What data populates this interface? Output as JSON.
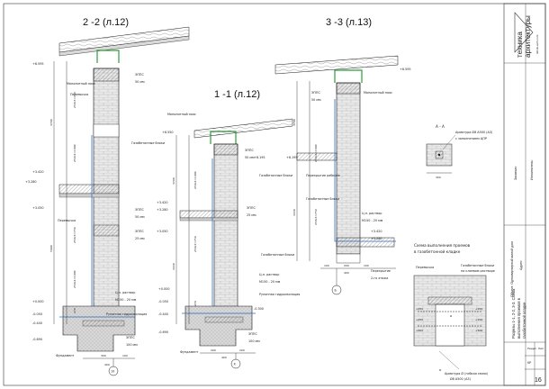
{
  "sections": {
    "s22": {
      "title": "2 -2 (л.12)",
      "labels": {
        "monolithic_beam": "Монолитный пояс",
        "lintel_top": "Перемычка",
        "aerated_blocks": "Газобетонные блоки",
        "epps": "ЭППС",
        "epps_thk": "50 мм",
        "epps_thk2": "25 мм",
        "lintel_mid": "Перемычка",
        "cement_mortar": "Ц.п. раствор",
        "m150": "М150 - 20 мм",
        "roll_waterproof": "Рулонная гидроизоляция",
        "foundation": "Фундамент",
        "epps_bottom": "ЭППС",
        "epps_bottom_thk": "100 мм"
      },
      "levels": [
        "+6.595",
        "+3.420",
        "+3.280",
        "+3.050",
        "+0.000",
        "-0.050",
        "-0.440",
        "-0.690"
      ],
      "dims_vertical": [
        "3700",
        "5090",
        "250х3=750",
        "250х4=1000",
        "250х3=750",
        "250х4=1000",
        "270"
      ],
      "dims_bottom": [
        "300",
        "100",
        "400"
      ],
      "axis": "10"
    },
    "s11": {
      "title": "1 -1 (л.12)",
      "labels": {
        "monolithic_beam": "Монолитный пояс",
        "aerated_blocks": "Газобетонные блоки",
        "epps": "ЭППС",
        "epps_thk": "50 мм",
        "epps2": "ЭППС",
        "epps_thk2": "25 мм",
        "aerated_blocks2": "Газобетонные блоки",
        "cement_mortar": "Ц.п. раствор",
        "m150": "М150 - 20 мм",
        "roll_waterproof": "Рулонная гидроизоляция",
        "foundation": "Фундамент",
        "epps_bottom": "ЭППС",
        "epps_bottom_thk": "100 мм"
      },
      "levels": [
        "+6.550",
        "+6.195",
        "+3.420",
        "+3.280",
        "+3.050",
        "+0.000",
        "-0.050",
        "-0.440",
        "-0.300",
        "-0.690"
      ],
      "dims_vertical": [
        "3700",
        "3430",
        "250х4=1000",
        "250х3=750",
        "270"
      ],
      "dims_bottom": [
        "200",
        "200",
        "400"
      ],
      "axis": "Х"
    },
    "s33": {
      "title": "3 -3 (л.13)",
      "labels": {
        "epps": "ЭППС",
        "epps_thk": "50 мм",
        "monolithic_beam": "Монолитный пояс",
        "lintel": "Перекрытие рабочее",
        "aerated_blocks": "Газобетонные блоки",
        "cement_mortar": "Ц.п. раствор",
        "m150": "М150 - 20 мм",
        "lintel_bottom": "Перекрытие",
        "zone_2": "2-го этажа"
      },
      "levels": [
        "+6.595",
        "+6.195",
        "+3.420",
        "+3.280"
      ],
      "dims_vertical": [
        "3700",
        "3430",
        "250х4=1000",
        "250х3=750"
      ],
      "dims_bottom": [
        "100",
        "200",
        "100",
        "400"
      ],
      "axis": "Б"
    }
  },
  "detail_aa": {
    "title": "А - А",
    "rebar_note": "Арматура Ø8 А500 (А3)",
    "rebar_note2": "с заполнением ЦПР",
    "dim": "300"
  },
  "scheme": {
    "title": "Схема выполнения проемов",
    "title2": "в газобетонной кладке",
    "label_lintel": "Перемычка",
    "label_blocks": "Газобетонные блоки",
    "label_blocks2": "на клеевом растворе",
    "label_rebar": "Арматура Ø (гибкая связи)",
    "label_rebar2": "Ø8 А500 (А3)",
    "dims_left": [
      "+250",
      "+250",
      "+500"
    ],
    "dims_right": [
      "+250",
      "+250",
      "+500"
    ],
    "letters": [
      "а",
      "а"
    ]
  },
  "stamp": {
    "logo_line1": "техника",
    "logo_line2": "архитектуры",
    "logo_site": "tehnik-arch.com",
    "customer_label": "Заказчик:",
    "contractor_label": "Исполнитель:",
    "object": "Объект: Одноквартирный жилой дом",
    "address": "Адрес:",
    "sheet_title1": "Разрезы 1-1, 2-2, 3-3. Схема",
    "sheet_title2": "выполнения проемов в",
    "sheet_title3": "газобетонной кладке",
    "stage_label": "Раздел",
    "stage_value": "КР",
    "sheet_label": "Лист",
    "sheet_num": "16"
  },
  "colors": {
    "line": "#1a1a1a",
    "hatch": "#555555",
    "green": "#2d9c3a",
    "blue": "#2e6fbf",
    "timber": "#8a8a8a",
    "gray_fill": "#cfcfcf"
  }
}
